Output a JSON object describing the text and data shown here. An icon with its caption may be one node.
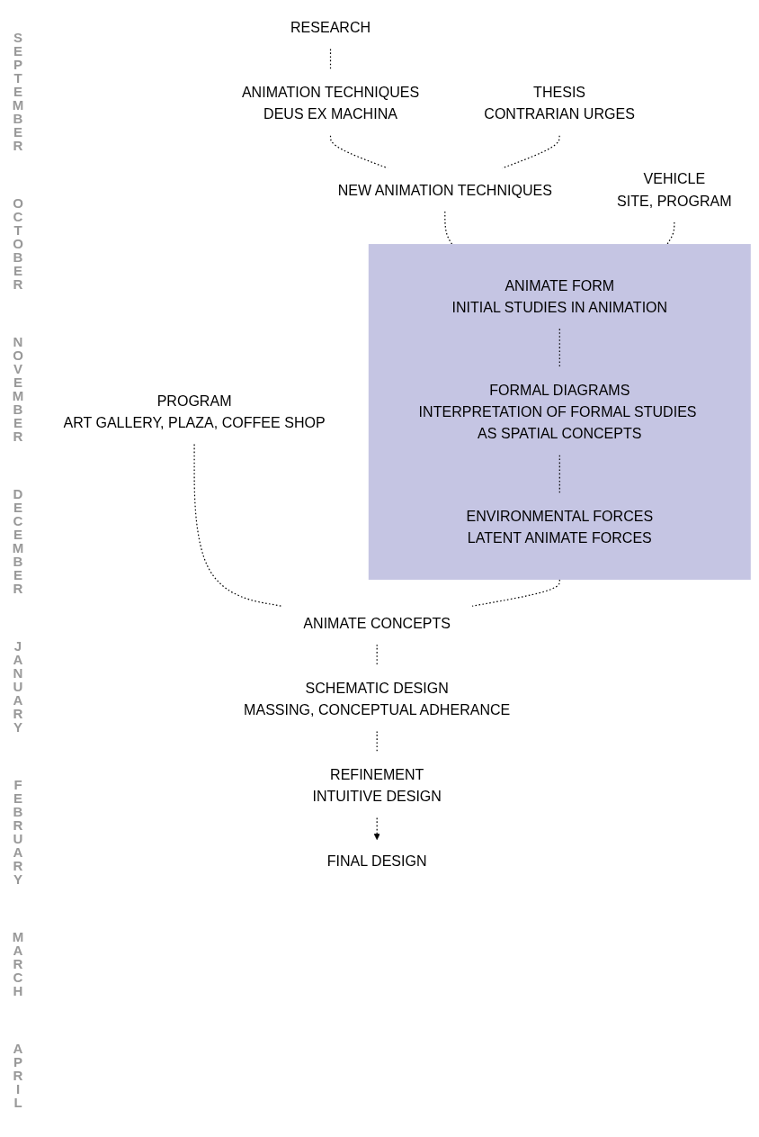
{
  "diagram": {
    "nodes": [
      {
        "text": [
          "RESEARCH"
        ]
      },
      {
        "text": [
          "ANIMATION TECHNIQUES",
          "DEUS EX MACHINA"
        ]
      },
      {
        "text": [
          "THESIS",
          "CONTRARIAN URGES"
        ]
      },
      {
        "text": [
          "NEW ANIMATION TECHNIQUES"
        ]
      },
      {
        "text": [
          "VEHICLE",
          "SITE, PROGRAM"
        ]
      },
      {
        "text": [],
        "shape": "box"
      },
      {
        "text": [
          "ANIMATE FORM",
          "INITIAL STUDIES IN ANIMATION"
        ],
        "in": 5
      },
      {
        "text": [
          "FORMAL DIAGRAMS",
          "INTERPRETATION OF FORMAL STUDIES AS SPATIAL CONCEPTS"
        ],
        "in": 5
      },
      {
        "text": [
          "ENVIRONMENTAL FORCES",
          "LATENT ANIMATE FORCES"
        ],
        "in": 5
      },
      {
        "text": [
          "PROGRAM",
          "ART GALLERY, PLAZA, COFFEE SHOP"
        ]
      },
      {
        "text": [
          "ANIMATE CONCEPTS"
        ]
      },
      {
        "text": [
          "SCHEMATIC DESIGN",
          "MASSING, CONCEPTUAL ADHERANCE"
        ]
      },
      {
        "text": [
          "REFINEMENT",
          "INTUITIVE DESIGN"
        ]
      },
      {
        "text": [
          "FINAL DESIGN"
        ]
      }
    ],
    "edges": [
      {
        "from": 0,
        "to": 1,
        "arrow": "none",
        "style": "dashed"
      },
      {
        "from": 1,
        "to": 3,
        "arrow": "none",
        "style": "dashed"
      },
      {
        "from": 2,
        "to": 3,
        "arrow": "none",
        "style": "dashed"
      },
      {
        "from": 3,
        "to": 5,
        "arrow": "none",
        "style": "dashed"
      },
      {
        "from": 4,
        "to": 5,
        "arrow": "none",
        "style": "dashed"
      },
      {
        "from": 6,
        "to": 7,
        "arrow": "none",
        "style": "dashed"
      },
      {
        "from": 7,
        "to": 8,
        "arrow": "none",
        "style": "dashed"
      },
      {
        "from": 5,
        "to": 10,
        "arrow": "none",
        "style": "dashed"
      },
      {
        "from": 9,
        "to": 10,
        "arrow": "none",
        "style": "dashed"
      },
      {
        "from": 10,
        "to": 11,
        "arrow": "none",
        "style": "dashed"
      },
      {
        "from": 11,
        "to": 12,
        "arrow": "none",
        "style": "dashed"
      },
      {
        "from": 12,
        "to": 13,
        "arrow": "to",
        "style": "dashed"
      }
    ],
    "labels": [
      "SEPTEMBER",
      "OCTOBER",
      "NOVEMBER",
      "DECEMBER",
      "JANUARY",
      "FEBRUARY",
      "MARCH",
      "APRIL"
    ]
  }
}
